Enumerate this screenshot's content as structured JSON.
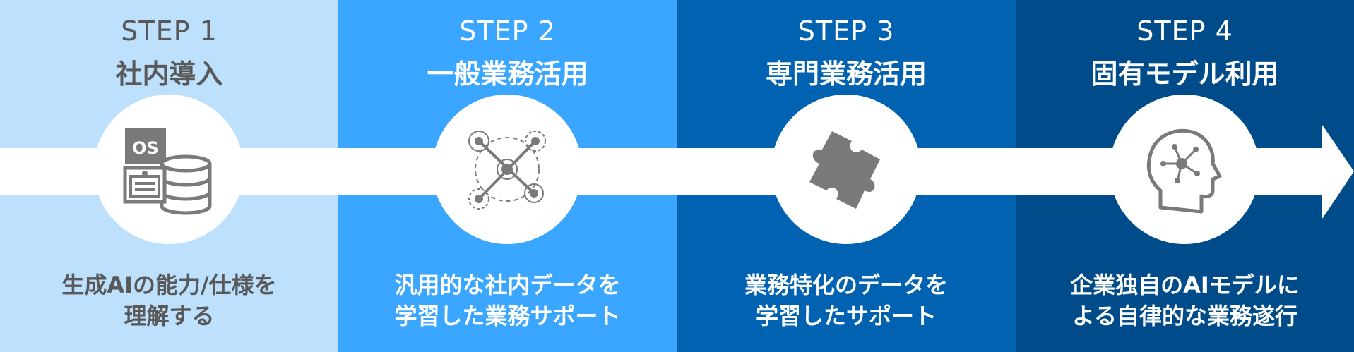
{
  "steps": [
    {
      "step": "STEP 1",
      "title": "社内導入",
      "desc_line1": "生成AIの能力/仕様を",
      "desc_line2": "理解する",
      "icon": "os-database-icon",
      "bg": "#bde0fd"
    },
    {
      "step": "STEP 2",
      "title": "一般業務活用",
      "desc_line1": "汎用的な社内データを",
      "desc_line2": "学習した業務サポート",
      "icon": "network-nodes-icon",
      "bg": "#3aa6ff"
    },
    {
      "step": "STEP 3",
      "title": "専門業務活用",
      "desc_line1": "業務特化のデータを",
      "desc_line2": "学習したサポート",
      "icon": "puzzle-piece-icon",
      "bg": "#0062b1"
    },
    {
      "step": "STEP 4",
      "title": "固有モデル利用",
      "desc_line1": "企業独自のAIモデルに",
      "desc_line2": "よる自律的な業務遂行",
      "icon": "ai-head-icon",
      "bg": "#004c8a"
    }
  ],
  "os_label": "OS",
  "colors": {
    "icon": "#7a7a7a",
    "arrow": "#ffffff",
    "dark_text": "#595959"
  }
}
